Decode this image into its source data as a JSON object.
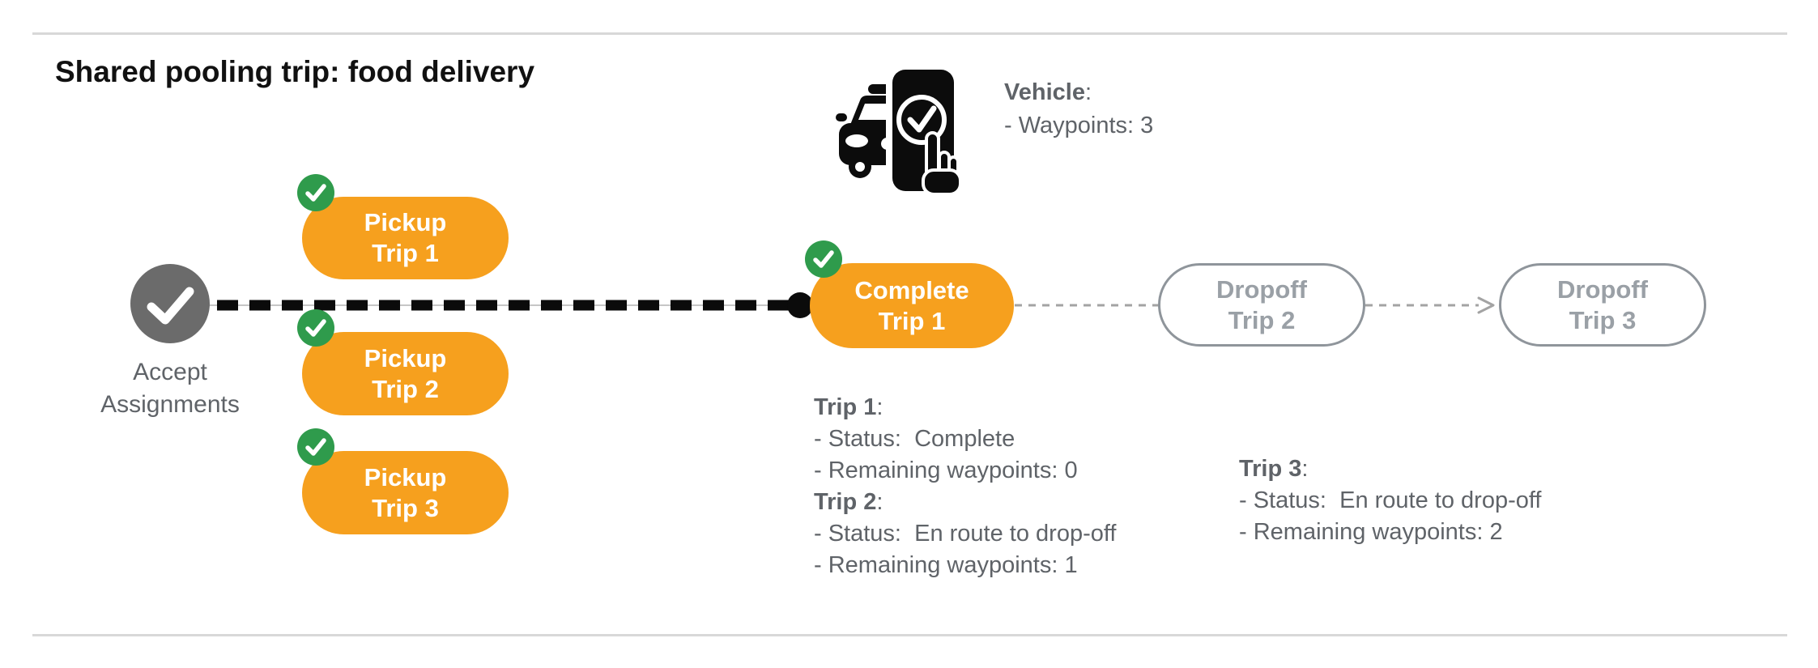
{
  "title": "Shared pooling trip: food delivery",
  "vehicle": {
    "icon": "car-phone-check-icon",
    "label": "Vehicle",
    "label_suffix": ":",
    "waypoints": "- Waypoints: 3"
  },
  "flow": {
    "start": {
      "label_line1": "Accept",
      "label_line2": "Assignments"
    },
    "pickups": [
      {
        "line1": "Pickup",
        "line2": "Trip 1"
      },
      {
        "line1": "Pickup",
        "line2": "Trip 2"
      },
      {
        "line1": "Pickup",
        "line2": "Trip 3"
      }
    ],
    "complete": {
      "line1": "Complete",
      "line2": "Trip 1"
    },
    "dropoffs": [
      {
        "line1": "Dropoff",
        "line2": "Trip 2"
      },
      {
        "line1": "Dropoff",
        "line2": "Trip 3"
      }
    ]
  },
  "status": {
    "block1": {
      "trip1_heading": "Trip 1",
      "trip1_suffix": ":",
      "trip1_status": "- Status:  Complete",
      "trip1_waypoints": "- Remaining waypoints: 0",
      "trip2_heading": "Trip 2",
      "trip2_suffix": ":",
      "trip2_status": "- Status:  En route to drop-off",
      "trip2_waypoints": "- Remaining waypoints: 1"
    },
    "block2": {
      "trip3_heading": "Trip 3",
      "trip3_suffix": ":",
      "trip3_status": "- Status:  En route to drop-off",
      "trip3_waypoints": "- Remaining waypoints: 2"
    }
  },
  "colors": {
    "orange": "#F6A01E",
    "green": "#2F9B4C",
    "gray_node": "#6B6B6B",
    "text_gray": "#5F6368",
    "outline_gray": "#8F959B",
    "dropoff_text": "#9AA0A6",
    "line_black": "#0B0B0B",
    "hairline": "#D8D8D8"
  }
}
